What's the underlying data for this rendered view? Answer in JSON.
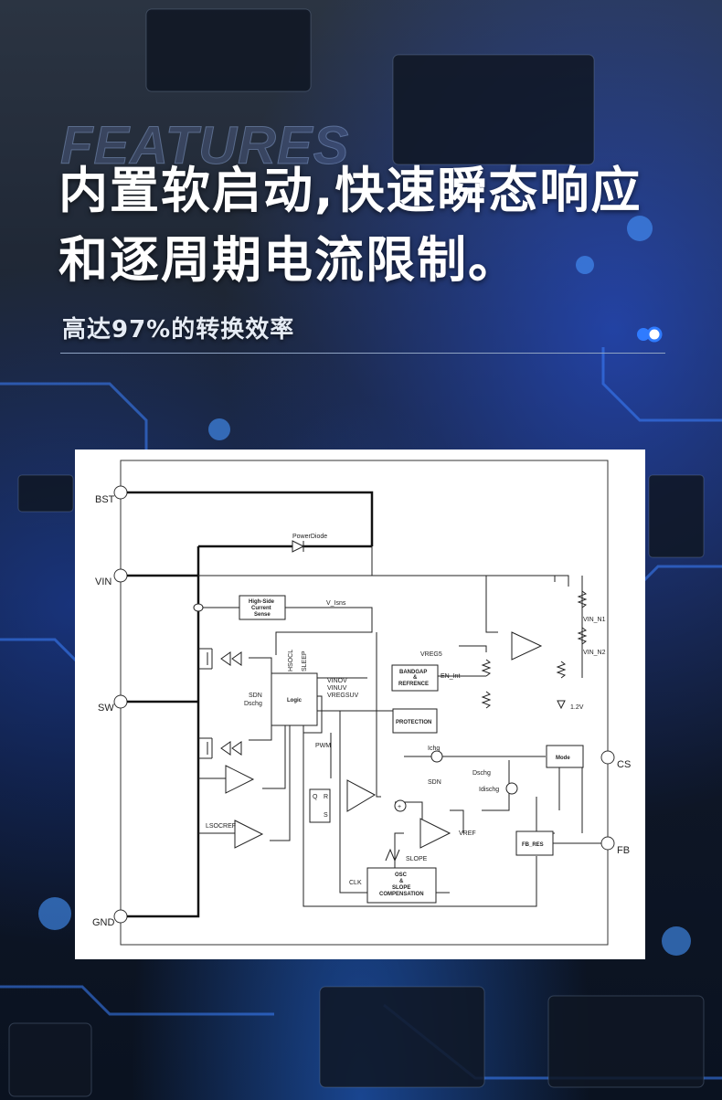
{
  "watermark": "FEATURES",
  "headline": {
    "line1": "内置软启动,快速瞬态响应",
    "line2": "和逐周期电流限制。"
  },
  "subtitle": "高达97%的转换效率",
  "colors": {
    "accent": "#2f7bff",
    "panel": "#ffffff",
    "text": "#ffffff"
  },
  "diagram": {
    "pins": {
      "bst": "BST",
      "vin": "VIN",
      "sw": "SW",
      "gnd": "GND",
      "cs": "CS",
      "fb": "FB"
    },
    "blocks": {
      "power_diode": "PowerDiode",
      "hs_sense_1": "High-Side",
      "hs_sense_2": "Current",
      "hs_sense_3": "Sense",
      "v_isns": "V_Isns",
      "logic": "Logic",
      "hsocl": "HSOCL",
      "sleep": "SLEEP",
      "vinov": "VINOV",
      "vinuv": "VINUV",
      "vregsuv": "VREGSUV",
      "sdn": "SDN",
      "dschg": "Dschg",
      "vreg5": "VREG5",
      "bandgap_1": "BANDGAP",
      "bandgap_2": "&",
      "bandgap_3": "REFRENCE",
      "en_int": "EN_Int",
      "protection": "PROTECTION",
      "vin_n1": "VIN_N1",
      "vin_n2": "VIN_N2",
      "v12": "1.2V",
      "pwm": "PWM",
      "q": "Q",
      "r": "R",
      "s": "S",
      "ichg": "Ichg",
      "sdn2": "SDN",
      "dschg2": "Dschg",
      "idischg": "Idischg",
      "mode": "Mode",
      "lsocref": "LSOCREF",
      "vref": "VREF",
      "fb_res": "FB_RES",
      "slope": "SLOPE",
      "clk": "CLK",
      "osc_1": "OSC",
      "osc_2": "&",
      "osc_3": "SLOPE",
      "osc_4": "COMPENSATION",
      "plus": "+",
      "minus": "-"
    }
  }
}
